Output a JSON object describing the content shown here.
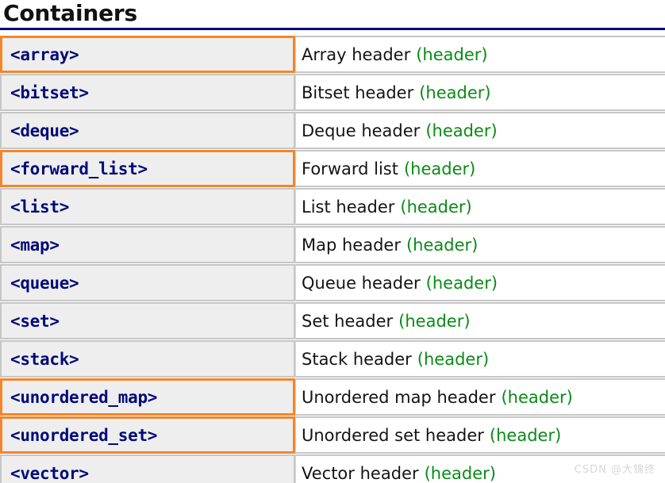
{
  "page": {
    "title": "Containers",
    "watermark": "CSDN @大锦终",
    "colors": {
      "header_name": "#000b7a",
      "title_rule": "#000b7a",
      "highlight_border": "#f5842a",
      "normal_border": "#c6c6c6",
      "name_cell_bg": "#eeeeee",
      "kind_text": "#0a8a16",
      "desc_text": "#141414",
      "watermark": "#d6d6d6"
    }
  },
  "rows": [
    {
      "name": "<array>",
      "description": "Array header",
      "kind": "(header)",
      "highlighted": true
    },
    {
      "name": "<bitset>",
      "description": "Bitset header",
      "kind": "(header)",
      "highlighted": false
    },
    {
      "name": "<deque>",
      "description": "Deque header",
      "kind": "(header)",
      "highlighted": false
    },
    {
      "name": "<forward_list>",
      "description": "Forward list",
      "kind": "(header)",
      "highlighted": true
    },
    {
      "name": "<list>",
      "description": "List header",
      "kind": "(header)",
      "highlighted": false
    },
    {
      "name": "<map>",
      "description": "Map header",
      "kind": "(header)",
      "highlighted": false
    },
    {
      "name": "<queue>",
      "description": "Queue header",
      "kind": "(header)",
      "highlighted": false
    },
    {
      "name": "<set>",
      "description": "Set header",
      "kind": "(header)",
      "highlighted": false
    },
    {
      "name": "<stack>",
      "description": "Stack header",
      "kind": "(header)",
      "highlighted": false
    },
    {
      "name": "<unordered_map>",
      "description": "Unordered map header",
      "kind": "(header)",
      "highlighted": true
    },
    {
      "name": "<unordered_set>",
      "description": "Unordered set header",
      "kind": "(header)",
      "highlighted": true
    },
    {
      "name": "<vector>",
      "description": "Vector header",
      "kind": "(header)",
      "highlighted": false
    }
  ]
}
